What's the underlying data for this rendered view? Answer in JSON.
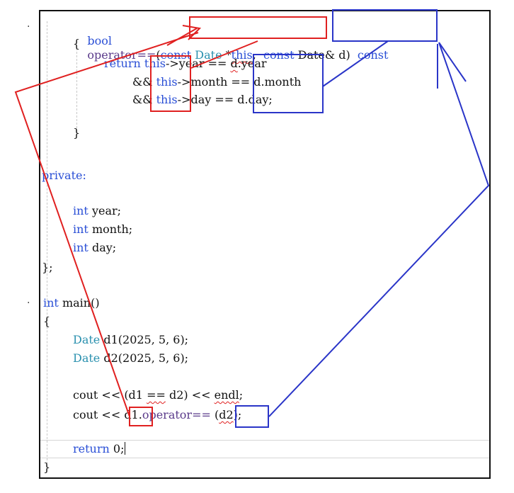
{
  "colors": {
    "keyword": "#2a4fd6",
    "type": "#2b91af",
    "text": "#111111",
    "annotation_red": "#e02020",
    "annotation_blue": "#2a35c8"
  },
  "code": {
    "l1": {
      "kw": "bool",
      "op_name": "operator==",
      "paren": "(",
      "const": "const",
      "type": "Date",
      "ptr": " *",
      "this": "this",
      "comma": ",",
      "const2": "const",
      "type2": "Date&",
      "param": " d)",
      "const3": "const"
    },
    "l2": {
      "text": "{"
    },
    "l3": {
      "kw": "return",
      "this": "this",
      "rest1": "->year == ",
      "d": "d",
      "rest2": ".year"
    },
    "l4": {
      "amp": "&&",
      "this": "this",
      "rest": "->month == d.month"
    },
    "l5": {
      "amp": "&&",
      "this": "this",
      "rest": "->day == d.day;"
    },
    "l6": {
      "text": "}"
    },
    "l7": {
      "text": "private:"
    },
    "l8": {
      "kw": "int",
      "name": " year;"
    },
    "l9": {
      "kw": "int",
      "name": " month;"
    },
    "l10": {
      "kw": "int",
      "name": " day;"
    },
    "l11": {
      "text": "};"
    },
    "l12": {
      "kw": "int",
      "name": " main()"
    },
    "l13": {
      "text": "{"
    },
    "l14": {
      "type": "Date",
      "rest": " d1(2025, 5, 6);"
    },
    "l15": {
      "type": "Date",
      "rest": " d2(2025, 5, 6);"
    },
    "l16": {
      "a": "cout << (d1 ",
      "eq": "==",
      "b": " d2) << ",
      "endl": "endl",
      "c": ";"
    },
    "l17": {
      "a": "cout << ",
      "d1": "d1.",
      "op": "operator==",
      "b": " (",
      "d2": "d2",
      "c": ");"
    },
    "l18": {
      "kw": "return",
      "rest": " 0;"
    },
    "l19": {
      "text": "}"
    }
  }
}
